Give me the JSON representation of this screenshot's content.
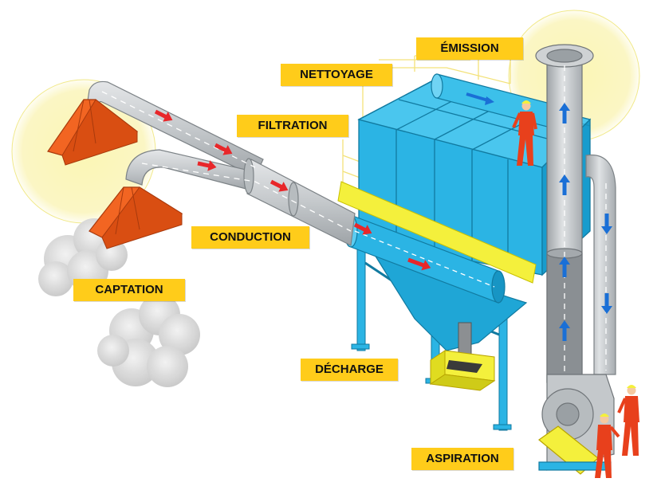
{
  "labels": {
    "emission": "ÉMISSION",
    "nettoyage": "NETTOYAGE",
    "filtration": "FILTRATION",
    "conduction": "CONDUCTION",
    "captation": "CAPTATION",
    "decharge": "DÉCHARGE",
    "aspiration": "ASPIRATION"
  },
  "colors": {
    "label_bg": "#ffcc1a",
    "filter_body": "#2bb4e4",
    "duct": "#c9cdd0",
    "hood": "#f26522",
    "flow_arrow_in": "#e8272a",
    "flow_arrow_out": "#1a6fd6",
    "glow": "#fbf6b4",
    "worker": "#e8401c",
    "filter_band": "#f4f03c"
  }
}
